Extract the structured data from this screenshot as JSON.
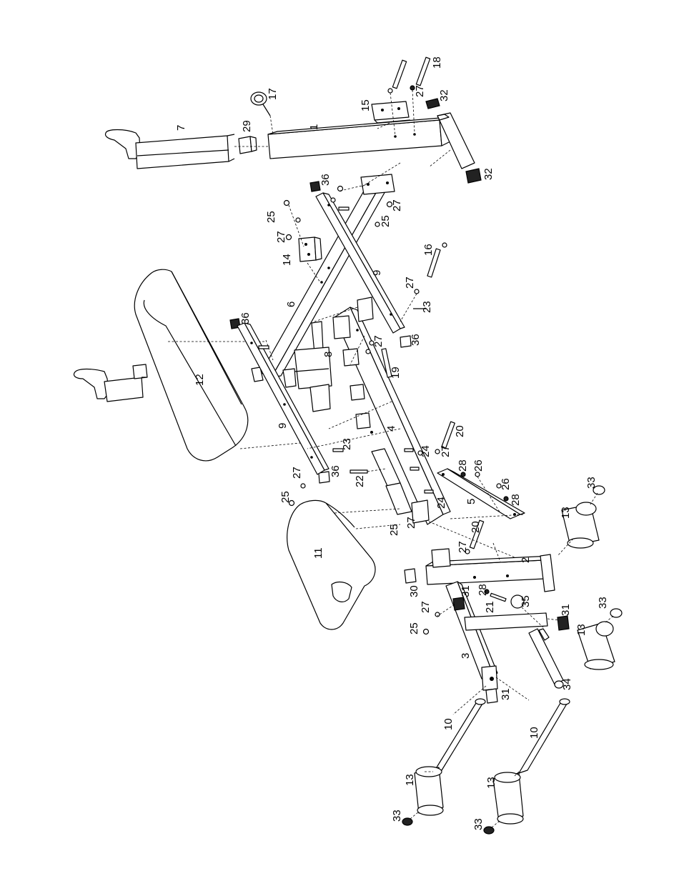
{
  "callouts": {
    "c1": "1",
    "c2": "2",
    "c3": "3",
    "c4": "4",
    "c5": "5",
    "c6": "6",
    "c7": "7",
    "c8": "8",
    "c9a": "9",
    "c9b": "9",
    "c10a": "10",
    "c10b": "10",
    "c11": "11",
    "c12": "12",
    "c13a": "13",
    "c13b": "13",
    "c13c": "13",
    "c13d": "13",
    "c14": "14",
    "c15": "15",
    "c16": "16",
    "c17": "17",
    "c18": "18",
    "c19": "19",
    "c20a": "20",
    "c20b": "20",
    "c21": "21",
    "c22": "22",
    "c23a": "23",
    "c23b": "23",
    "c24a": "24",
    "c24b": "24",
    "c25a": "25",
    "c25b": "25",
    "c25c": "25",
    "c25d": "25",
    "c26a": "26",
    "c26b": "26",
    "c27a": "27",
    "c27b": "27",
    "c27c": "27",
    "c27d": "27",
    "c27e": "27",
    "c27f": "27",
    "c27g": "27",
    "c27h": "27",
    "c27i": "27",
    "c27j": "27",
    "c28a": "28",
    "c28b": "28",
    "c28c": "28",
    "c29": "29",
    "c30": "30",
    "c31a": "31",
    "c31b": "31",
    "c31c": "31",
    "c32a": "32",
    "c32b": "32",
    "c33a": "33",
    "c33b": "33",
    "c33c": "33",
    "c33d": "33",
    "c34": "34",
    "c35": "35",
    "c36a": "36",
    "c36b": "36",
    "c36c": "36",
    "c36d": "36"
  }
}
